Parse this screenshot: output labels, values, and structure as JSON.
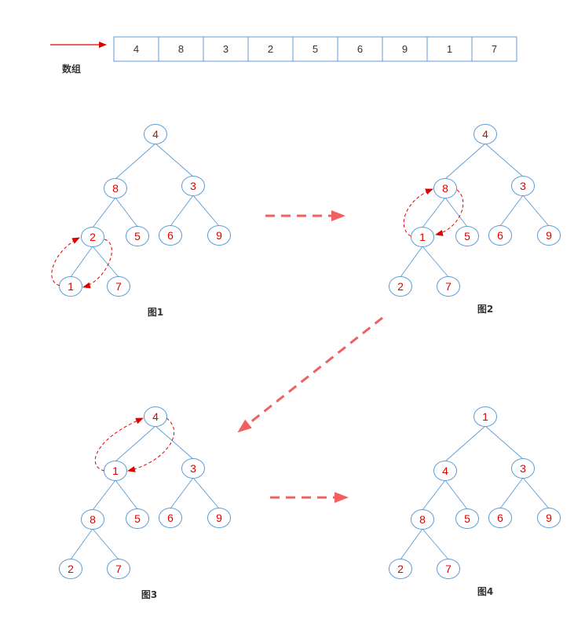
{
  "array": {
    "label": "数组",
    "values": [
      "4",
      "8",
      "3",
      "2",
      "5",
      "6",
      "9",
      "1",
      "7"
    ]
  },
  "figures": [
    {
      "caption": "图1",
      "nodes": [
        "4",
        "8",
        "3",
        "2",
        "5",
        "6",
        "9",
        "1",
        "7"
      ]
    },
    {
      "caption": "图2",
      "nodes": [
        "4",
        "8",
        "3",
        "1",
        "5",
        "6",
        "9",
        "2",
        "7"
      ]
    },
    {
      "caption": "图3",
      "nodes": [
        "4",
        "1",
        "3",
        "8",
        "5",
        "6",
        "9",
        "2",
        "7"
      ]
    },
    {
      "caption": "图4",
      "nodes": [
        "1",
        "4",
        "3",
        "8",
        "5",
        "6",
        "9",
        "2",
        "7"
      ]
    }
  ],
  "colors": {
    "node_text": "#e00000",
    "node_stroke": "#5b9bd5",
    "edge": "#5b9bd5",
    "swap_arrow": "#e00000",
    "flow_arrow": "#f06060",
    "pointer_arrow": "#e00000"
  }
}
